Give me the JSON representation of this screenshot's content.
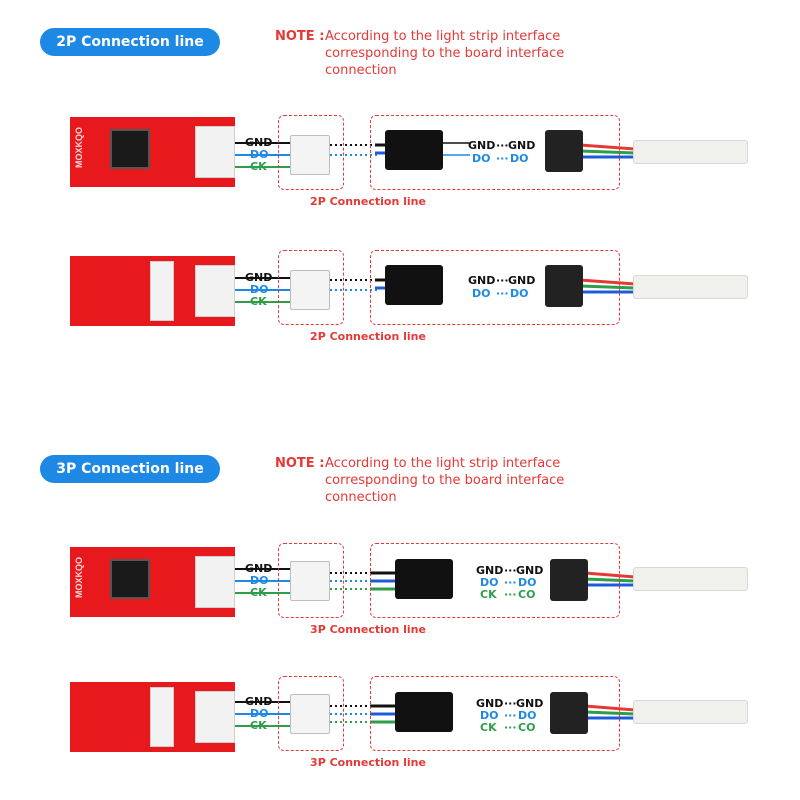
{
  "sections": [
    {
      "title": "2P Connection line",
      "note_label": "NOTE :",
      "note_text": "According to the light strip interface corresponding to the board interface connection",
      "rows": [
        {
          "board_labels": [
            "GND",
            "DO",
            "CK"
          ],
          "strip_labels": {
            "gnd_left": "GND",
            "gnd_right": "GND",
            "do_left": "DO",
            "do_right": "DO"
          },
          "caption": "2P Connection line"
        },
        {
          "board_labels": [
            "GND",
            "DO",
            "CK"
          ],
          "strip_labels": {
            "gnd_left": "GND",
            "gnd_right": "GND",
            "do_left": "DO",
            "do_right": "DO"
          },
          "caption": "2P Connection line"
        }
      ]
    },
    {
      "title": "3P Connection line",
      "note_label": "NOTE :",
      "note_text": "According to the light strip interface corresponding to the board interface connection",
      "rows": [
        {
          "board_labels": [
            "GND",
            "DO",
            "CK"
          ],
          "strip_labels": {
            "gnd_left": "GND",
            "gnd_right": "GND",
            "do_left": "DO",
            "do_right": "DO",
            "ck_left": "CK",
            "ck_right": "CO"
          },
          "caption": "3P Connection line"
        },
        {
          "board_labels": [
            "GND",
            "DO",
            "CK"
          ],
          "strip_labels": {
            "gnd_left": "GND",
            "gnd_right": "GND",
            "do_left": "DO",
            "do_right": "DO",
            "ck_left": "CK",
            "ck_right": "CO"
          },
          "caption": "3P Connection line"
        }
      ]
    }
  ],
  "board_logo": "MOXKQO",
  "colors": {
    "accent_blue": "#1e88e5",
    "note_red": "#e53935",
    "board_red": "#e8191c",
    "gnd": "#111111",
    "do": "#1e88e5",
    "ck": "#2e9e4a"
  }
}
